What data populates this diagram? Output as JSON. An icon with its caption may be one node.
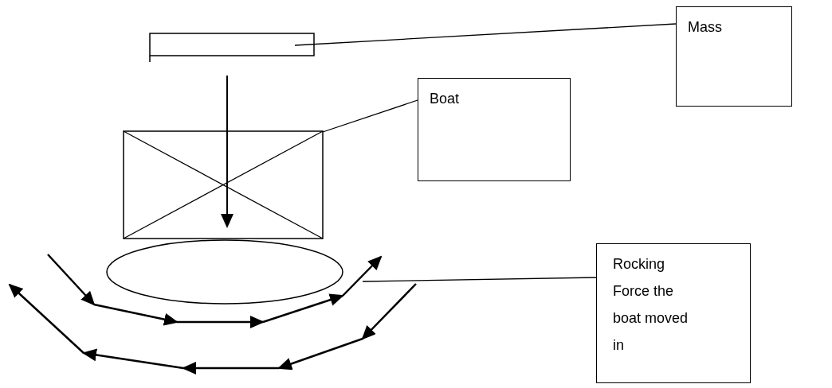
{
  "diagram": {
    "nodes": [
      {
        "text": [
          "Mass"
        ]
      },
      {
        "text": [],
        "shape": "bar"
      },
      {
        "text": [
          "Boat"
        ]
      },
      {
        "text": [],
        "shape": "box"
      },
      {
        "text": [
          "Rocking Force the boat moved in"
        ]
      }
    ],
    "edges": [
      {
        "from": 0,
        "to": 1,
        "arrow": "none"
      },
      {
        "from": 2,
        "to": 3,
        "arrow": "none"
      },
      {
        "from": 4,
        "to": null,
        "arrow": "none"
      }
    ]
  }
}
